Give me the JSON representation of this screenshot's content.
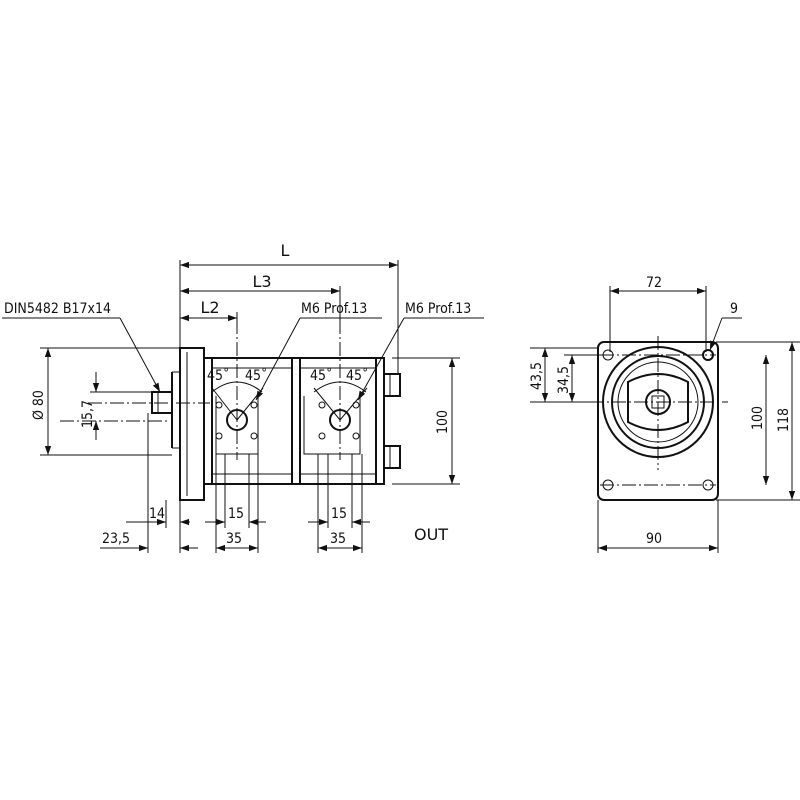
{
  "drawing": {
    "side_view": {
      "overall_length": "L",
      "length_3": "L3",
      "length_2": "L2",
      "shaft_spec": "DIN5482  B17x14",
      "port_thread_left": "M6  Prof.13",
      "port_thread_right": "M6  Prof.13",
      "angle_1": "45˚",
      "angle_2": "45˚",
      "angle_3": "45˚",
      "angle_4": "45˚",
      "pilot_diameter": "Ø 80",
      "shaft_offset": "15,7",
      "height": "100",
      "shaft_length": "14",
      "flange_offset": "23,5",
      "port_inner_left": "15",
      "port_outer_left": "35",
      "port_inner_right": "15",
      "port_outer_right": "35",
      "outlet_label": "OUT"
    },
    "front_view": {
      "bolt_spacing_top": "72",
      "hole_diameter": "9",
      "offset_a": "43,5",
      "offset_b": "34,5",
      "bolt_spacing_vertical": "100",
      "flange_height": "118",
      "flange_width": "90"
    }
  }
}
